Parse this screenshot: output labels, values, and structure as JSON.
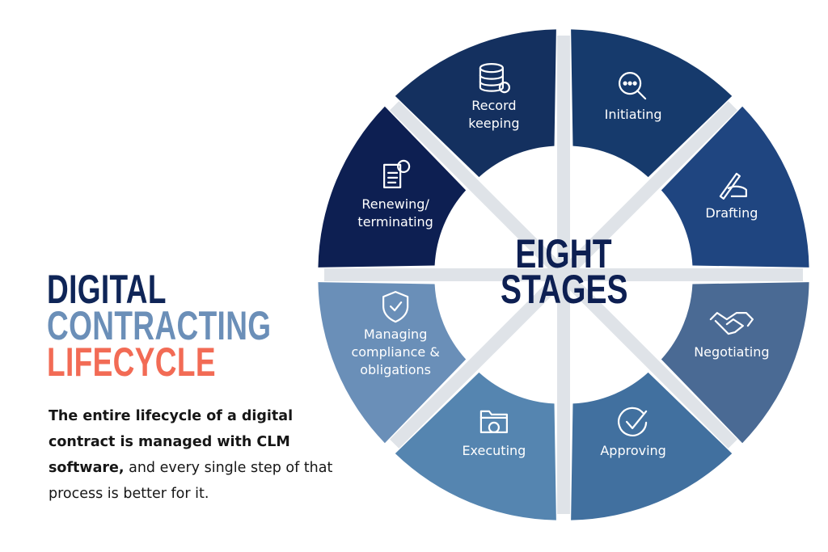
{
  "heading": {
    "line1": "DIGITAL",
    "line2": "CONTRACTING",
    "line3": "LIFECYCLE",
    "colors": {
      "line1": "#0f2557",
      "line2": "#6b8fb8",
      "line3": "#f26b55"
    }
  },
  "description": {
    "bold": "The entire lifecycle of a digital contract is managed with CLM software,",
    "regular": " and every single step of that process is better for it."
  },
  "center": {
    "line1": "EIGHT",
    "line2": "STAGES"
  },
  "stages": [
    {
      "label": "Initiating",
      "icon": "search-dots-icon",
      "color": "#163a6c"
    },
    {
      "label": "Drafting",
      "icon": "hand-writing-icon",
      "color": "#1f4580"
    },
    {
      "label": "Negotiating",
      "icon": "handshake-icon",
      "color": "#4a6a94"
    },
    {
      "label": "Approving",
      "icon": "check-circle-icon",
      "color": "#41709f"
    },
    {
      "label": "Executing",
      "icon": "folder-gear-icon",
      "color": "#5585b0"
    },
    {
      "label": "Managing\ncompliance &\nobligations",
      "icon": "shield-check-icon",
      "color": "#6a8fb8"
    },
    {
      "label": "Renewing/\nterminating",
      "icon": "document-question-icon",
      "color": "#0d1f52"
    },
    {
      "label": "Record\nkeeping",
      "icon": "database-refresh-icon",
      "color": "#14305f"
    }
  ]
}
